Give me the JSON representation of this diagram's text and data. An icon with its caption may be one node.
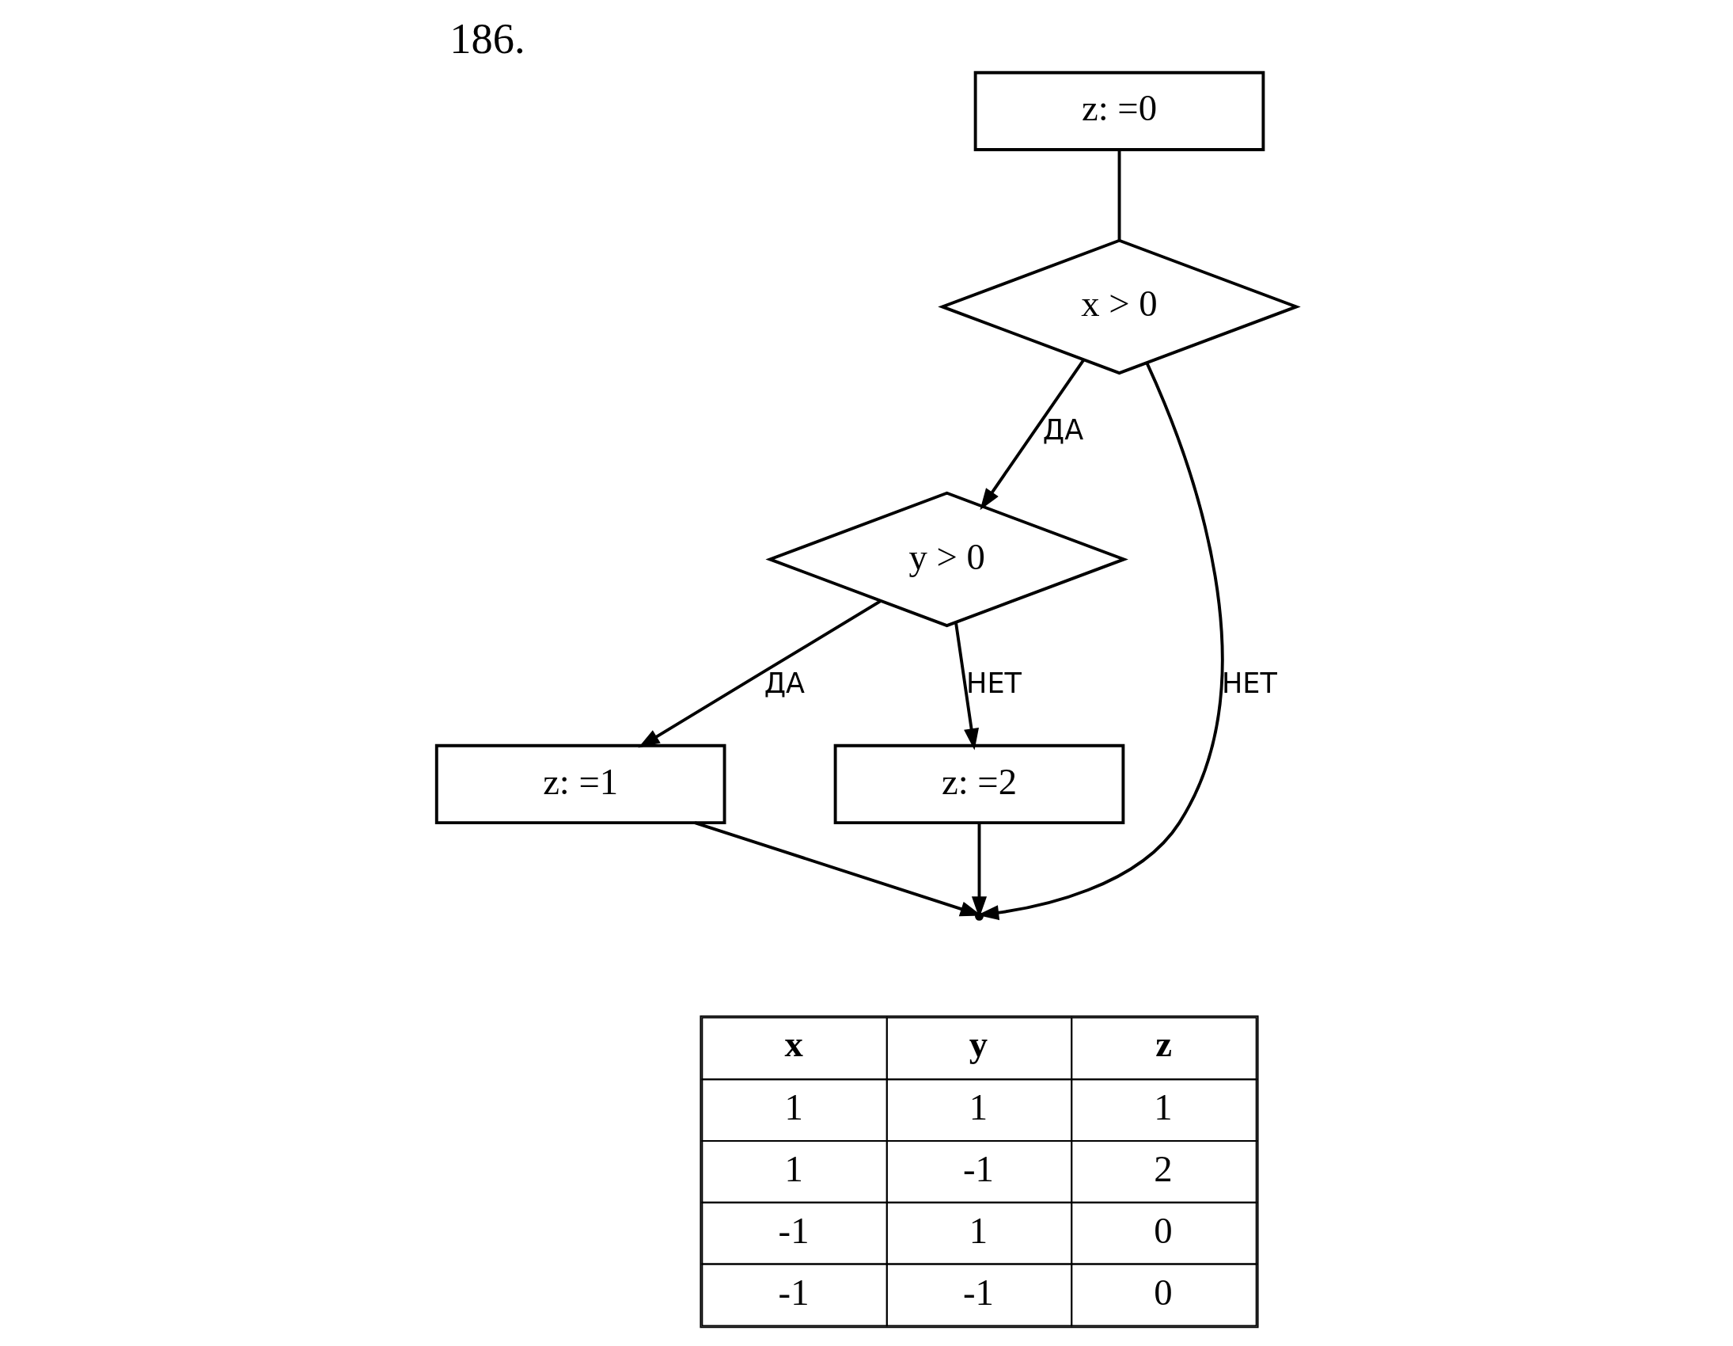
{
  "diagram": {
    "title": "186.",
    "nodes": [
      {
        "text": [
          "z: =0"
        ]
      },
      {
        "text": [
          "x > 0"
        ]
      },
      {
        "text": [
          "y > 0"
        ]
      },
      {
        "text": [
          "z: =1"
        ]
      },
      {
        "text": [
          "z: =2"
        ]
      }
    ],
    "edges": [
      {
        "from": 0,
        "to": 1,
        "arrow": "none"
      },
      {
        "from": 1,
        "to": 2,
        "arrow": "to",
        "label": "ДА"
      },
      {
        "from": 1,
        "to": null,
        "arrow": "to",
        "label": "НЕТ"
      },
      {
        "from": 2,
        "to": 3,
        "arrow": "to",
        "label": "ДА"
      },
      {
        "from": 2,
        "to": 4,
        "arrow": "to",
        "label": "НЕТ"
      },
      {
        "from": 3,
        "to": null,
        "arrow": "to"
      },
      {
        "from": 4,
        "to": null,
        "arrow": "to"
      }
    ],
    "labels": [
      "x",
      "y",
      "z",
      "1",
      "1",
      "1",
      "1",
      "-1",
      "2",
      "-1",
      "1",
      "0",
      "-1",
      "-1",
      "0"
    ]
  }
}
